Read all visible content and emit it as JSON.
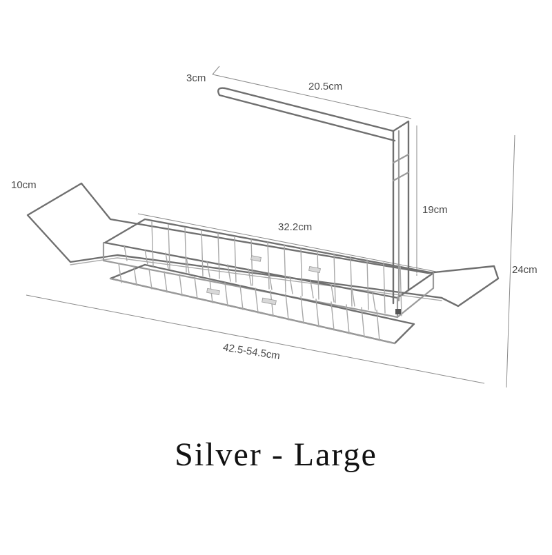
{
  "product": {
    "caption": "Silver - Large",
    "color": "#9a9a9a"
  },
  "dimensions": {
    "handle_depth": "3cm",
    "handle_width": "20.5cm",
    "side_width": "10cm",
    "basket_length": "32.2cm",
    "handle_height": "19cm",
    "total_height": "24cm",
    "extend_length": "42.5-54.5cm"
  }
}
